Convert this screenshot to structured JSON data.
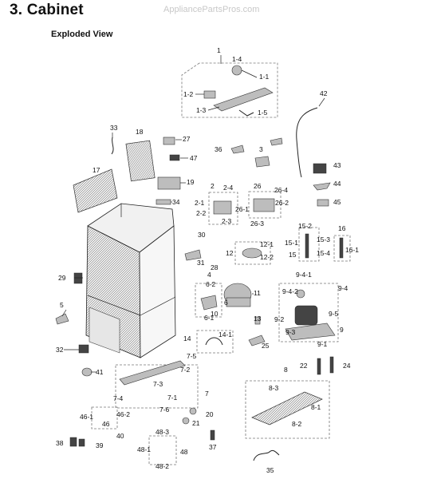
{
  "header": {
    "title": "3. Cabinet",
    "watermark": "AppliancePartsPros.com",
    "subtitle": "Exploded View"
  },
  "callouts": [
    "1",
    "1-4",
    "1-1",
    "1-2",
    "1-3",
    "1-5",
    "42",
    "33",
    "18",
    "27",
    "36",
    "3",
    "47",
    "43",
    "17",
    "19",
    "2",
    "2-4",
    "26",
    "26-4",
    "44",
    "2-1",
    "2-2",
    "2-3",
    "26-1",
    "26-2",
    "26-3",
    "45",
    "34",
    "15-2",
    "16",
    "30",
    "12",
    "12-1",
    "12-2",
    "15-1",
    "15-3",
    "15",
    "15-4",
    "16-1",
    "31",
    "28",
    "29",
    "4",
    "9-4-1",
    "6-2",
    "9-4",
    "9-4-2",
    "11",
    "5",
    "6",
    "9-5",
    "6-1",
    "10",
    "13",
    "9-2",
    "9-3",
    "9",
    "14",
    "14-1",
    "25",
    "9-1",
    "32",
    "7-5",
    "41",
    "7-2",
    "22",
    "24",
    "7-3",
    "8",
    "8-3",
    "7",
    "7-4",
    "7-1",
    "46-2",
    "7-6",
    "46-1",
    "8-1",
    "20",
    "46",
    "21",
    "8-2",
    "38",
    "40",
    "39",
    "48-3",
    "48-1",
    "48",
    "37",
    "48-2",
    "35"
  ]
}
